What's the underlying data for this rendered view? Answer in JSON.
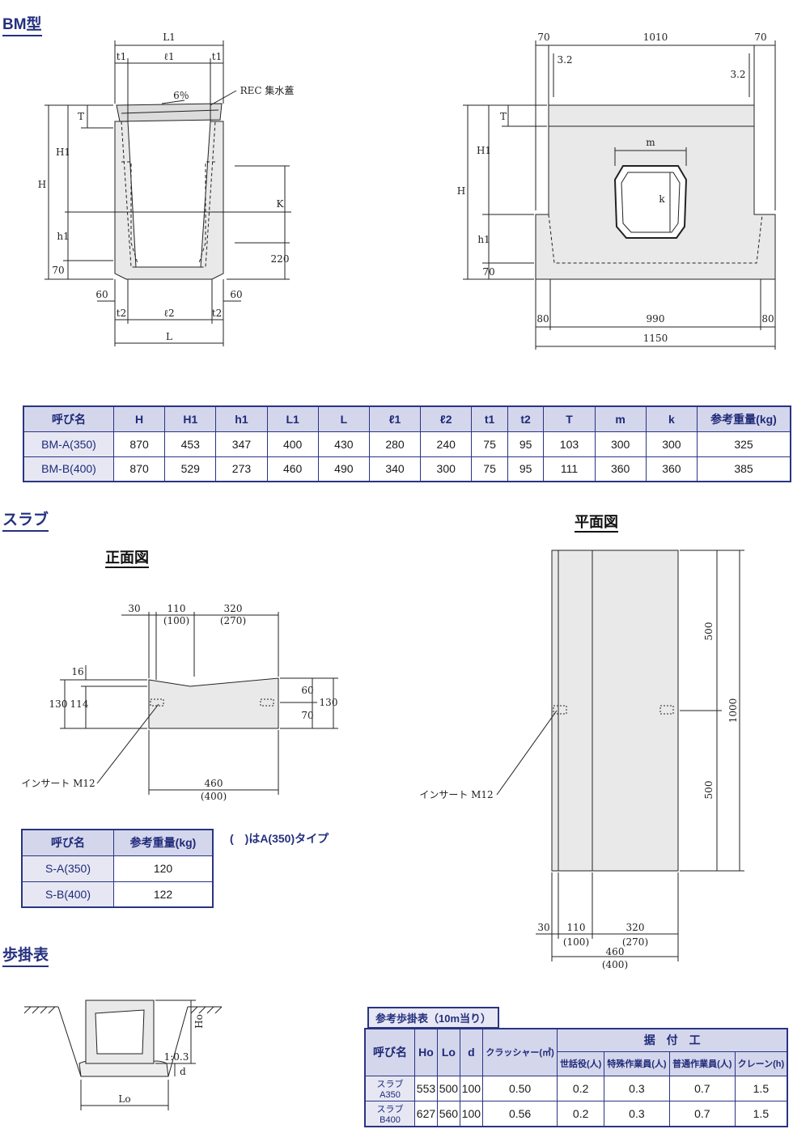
{
  "sections": {
    "bm_title": "BM型",
    "slab_title": "スラブ",
    "front_view_title": "正面図",
    "plan_view_title": "平面図",
    "labor_title": "歩掛表"
  },
  "bm_drawing": {
    "dims_left": {
      "L1": "L1",
      "t1a": "t1",
      "l1": "ℓ1",
      "t1b": "t1",
      "slope": "6％",
      "rec": "REC 集水蓋",
      "T": "T",
      "H1": "H1",
      "H": "H",
      "h1": "h1",
      "K": "K",
      "d220": "220",
      "d70": "70",
      "d60a": "60",
      "d60b": "60",
      "t2a": "t2",
      "l2": "ℓ2",
      "t2b": "t2",
      "L": "L"
    },
    "dims_right": {
      "d70a": "70",
      "d1010": "1010",
      "d70b": "70",
      "d32a": "3.2",
      "d32b": "3.2",
      "T": "T",
      "H1": "H1",
      "H": "H",
      "h1": "h1",
      "d70": "70",
      "m": "m",
      "k": "k",
      "d80a": "80",
      "d990": "990",
      "d80b": "80",
      "d1150": "1150"
    }
  },
  "bm_table": {
    "headers": [
      "呼び名",
      "H",
      "H1",
      "h1",
      "L1",
      "L",
      "ℓ1",
      "ℓ2",
      "t1",
      "t2",
      "T",
      "m",
      "k",
      "参考重量(kg)"
    ],
    "rows": [
      [
        "BM-A(350)",
        "870",
        "453",
        "347",
        "400",
        "430",
        "280",
        "240",
        "75",
        "95",
        "103",
        "300",
        "300",
        "325"
      ],
      [
        "BM-B(400)",
        "870",
        "529",
        "273",
        "460",
        "490",
        "340",
        "300",
        "75",
        "95",
        "111",
        "360",
        "360",
        "385"
      ]
    ]
  },
  "slab_front": {
    "d30": "30",
    "d110": "110",
    "d110p": "(100)",
    "d320": "320",
    "d320p": "(270)",
    "d16": "16",
    "d130a": "130",
    "d114": "114",
    "d60": "60",
    "d70": "70",
    "d130b": "130",
    "insert": "インサート M12",
    "d460": "460",
    "d460p": "(400)"
  },
  "slab_plan": {
    "d500a": "500",
    "d1000": "1000",
    "d500b": "500",
    "insert": "インサート M12",
    "d30": "30",
    "d110": "110",
    "d110p": "(100)",
    "d320": "320",
    "d320p": "(270)",
    "d460": "460",
    "d460p": "(400)"
  },
  "slab_table": {
    "headers": [
      "呼び名",
      "参考重量(kg)"
    ],
    "rows": [
      [
        "S-A(350)",
        "120"
      ],
      [
        "S-B(400)",
        "122"
      ]
    ],
    "note": "(　)はA(350)タイプ"
  },
  "labor_drawing": {
    "Ho": "Ho",
    "ratio": "1:0.3",
    "d": "d",
    "Lo": "Lo"
  },
  "labor_table": {
    "caption": "参考歩掛表（10m当り）",
    "headers": [
      "呼び名",
      "Ho",
      "Lo",
      "d",
      "クラッシャー(㎥)"
    ],
    "group_header": "据　付　工",
    "sub_headers": [
      "世話役(人)",
      "特殊作業員(人)",
      "普通作業員(人)",
      "クレーン(h)"
    ],
    "rows": [
      [
        "スラブA350",
        "553",
        "500",
        "100",
        "0.50",
        "0.2",
        "0.3",
        "0.7",
        "1.5"
      ],
      [
        "スラブB400",
        "627",
        "560",
        "100",
        "0.56",
        "0.2",
        "0.3",
        "0.7",
        "1.5"
      ]
    ]
  },
  "colors": {
    "accent": "#24307f",
    "header_bg": "#d4d6ec",
    "concrete": "#e9e9e9"
  }
}
